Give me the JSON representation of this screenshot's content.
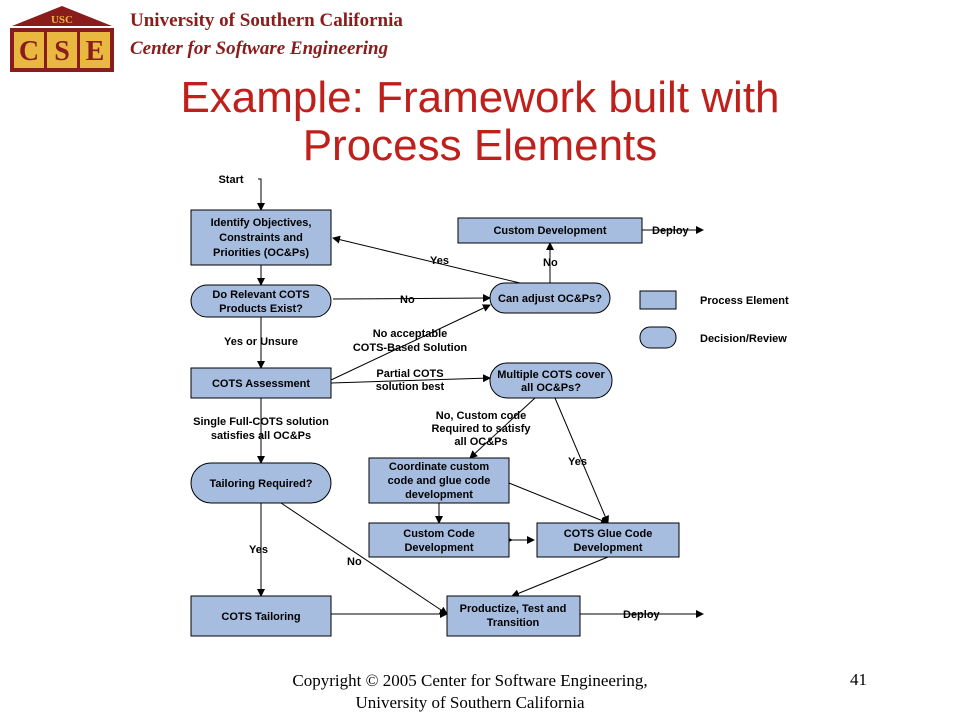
{
  "header": {
    "logo_top": "USC",
    "logo_letters": [
      "C",
      "S",
      "E"
    ],
    "university": "University of Southern California",
    "center": "Center for Software Engineering"
  },
  "title": {
    "line1": "Example: Framework built with",
    "line2": "Process Elements"
  },
  "colors": {
    "title": "#c0201b",
    "header_text": "#8b1c1c",
    "box_fill": "#a7bde0",
    "logo_gold": "#e8b840",
    "logo_red": "#8b1c1c"
  },
  "diagram": {
    "start": "Start",
    "nodes": {
      "identify": [
        "Identify Objectives,",
        "Constraints and",
        "Priorities (OC&Ps)"
      ],
      "relevant_cots": [
        "Do Relevant COTS",
        "Products Exist?"
      ],
      "cots_assessment": [
        "COTS Assessment"
      ],
      "tailoring_required": [
        "Tailoring Required?"
      ],
      "cots_tailoring": [
        "COTS Tailoring"
      ],
      "custom_dev_top": [
        "Custom Development"
      ],
      "can_adjust": [
        "Can adjust OC&Ps?"
      ],
      "multiple_cots": [
        "Multiple COTS cover",
        "all OC&Ps?"
      ],
      "coordinate": [
        "Coordinate custom",
        "code and glue code",
        "development"
      ],
      "custom_code_dev": [
        "Custom Code",
        "Development"
      ],
      "glue_code_dev": [
        "COTS Glue Code",
        "Development"
      ],
      "productize": [
        "Productize, Test and",
        "Transition"
      ]
    },
    "edge_labels": {
      "yes_to_identify": "Yes",
      "no_to_adjust": "No",
      "no_to_custom": "No",
      "deploy_top": "Deploy",
      "yes_or_unsure": "Yes or Unsure",
      "no_acceptable": [
        "No acceptable",
        "COTS-Based Solution"
      ],
      "partial_cots": [
        "Partial COTS",
        "solution best"
      ],
      "no_custom_code": [
        "No, Custom code",
        "Required to satisfy",
        "all OC&Ps"
      ],
      "yes_glue": "Yes",
      "single_full": [
        "Single Full-COTS solution",
        "satisfies all OC&Ps"
      ],
      "yes_tailoring": "Yes",
      "no_tailoring": "No",
      "deploy_bottom": "Deploy"
    },
    "legend": {
      "process": "Process Element",
      "decision": "Decision/Review"
    }
  },
  "footer": {
    "copyright_line1": "Copyright © 2005 Center for Software Engineering,",
    "copyright_line2": "University of Southern California",
    "page_number": "41"
  }
}
